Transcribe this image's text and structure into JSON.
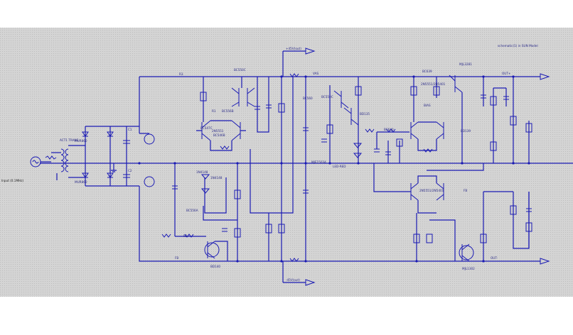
{
  "window": {
    "background_color": "#ffffff",
    "sheet_color": "#d4d4d4",
    "wire_color": "#1a1ab4"
  },
  "schematic": {
    "title_note": "schematic(1) in SUN Model",
    "input_label": "Input (0.1MHz)",
    "transformer_label": "ACT1 TRANS",
    "labels": {
      "rail_pos_top": "+45V(out)",
      "rail_neg_bottom": "-45V(out)",
      "tr_top_left": "BC550C",
      "tr_q3": "BC547C",
      "tr_q4": "BC556B",
      "tr_q5": "BC556A",
      "tr_q6": "BC546B",
      "tr_q7": "BD140",
      "tr_q8": "BC550C",
      "tr_q9": "BD135",
      "tr_q10": "MJE15034",
      "tr_q11": "BC560",
      "tr_q12": "BC640",
      "tr_q13": "BC639",
      "tr_q14": "BD139",
      "tr_out_pos": "MJL3281",
      "tr_out_neg": "MJL1302",
      "pair_top": "2N5551/2N5401",
      "pair_mid": "2N5551",
      "pair_bottom": "2N5551/2N5401",
      "zener_a": "1N4148",
      "zener_b": "1N4148",
      "diode_group": "MUR860",
      "led_a": "LED-RED",
      "r1": "R1",
      "r2": "R2",
      "r3": "R3",
      "c1": "C1",
      "c2": "C2",
      "out_pos": "OUT+",
      "out_neg": "OUT-",
      "net_a": "BIAS",
      "net_b": "VAS",
      "net_c": "FB"
    }
  }
}
